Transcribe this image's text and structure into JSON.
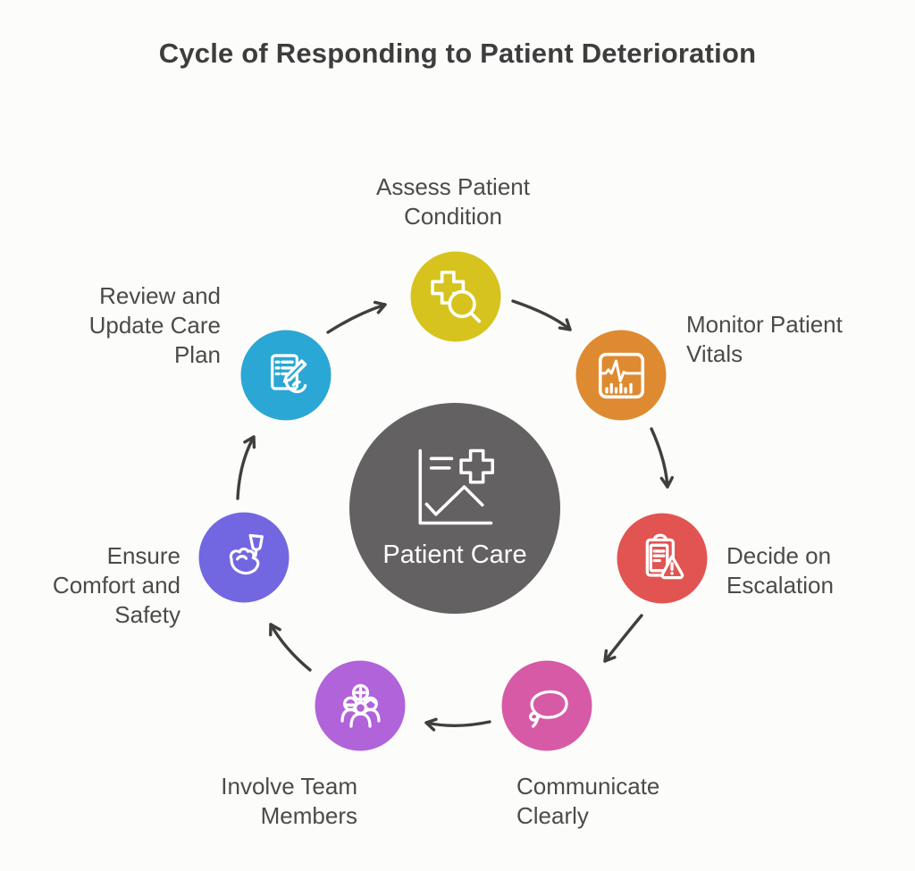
{
  "title": "Cycle of Responding to Patient Deterioration",
  "center": {
    "label": "Patient Care",
    "color": "#646162",
    "icon": "patient-chart-icon"
  },
  "steps": [
    {
      "label": "Assess Patient Condition",
      "color": "#d6c31e",
      "icon": "medical-cross-magnifier-icon"
    },
    {
      "label": "Monitor Patient Vitals",
      "color": "#de8a30",
      "icon": "vitals-monitor-icon"
    },
    {
      "label": "Decide on Escalation",
      "color": "#e25452",
      "icon": "clipboard-alert-icon"
    },
    {
      "label": "Communicate Clearly",
      "color": "#d75aa6",
      "icon": "speech-bubble-icon"
    },
    {
      "label": "Involve Team Members",
      "color": "#b163da",
      "icon": "team-add-icon"
    },
    {
      "label": "Ensure Comfort and Safety",
      "color": "#7267e1",
      "icon": "comfort-hand-icon"
    },
    {
      "label": "Review and Update Care Plan",
      "color": "#2aa7d4",
      "icon": "care-plan-edit-icon"
    }
  ],
  "arrow_color": "#3f3f3f"
}
